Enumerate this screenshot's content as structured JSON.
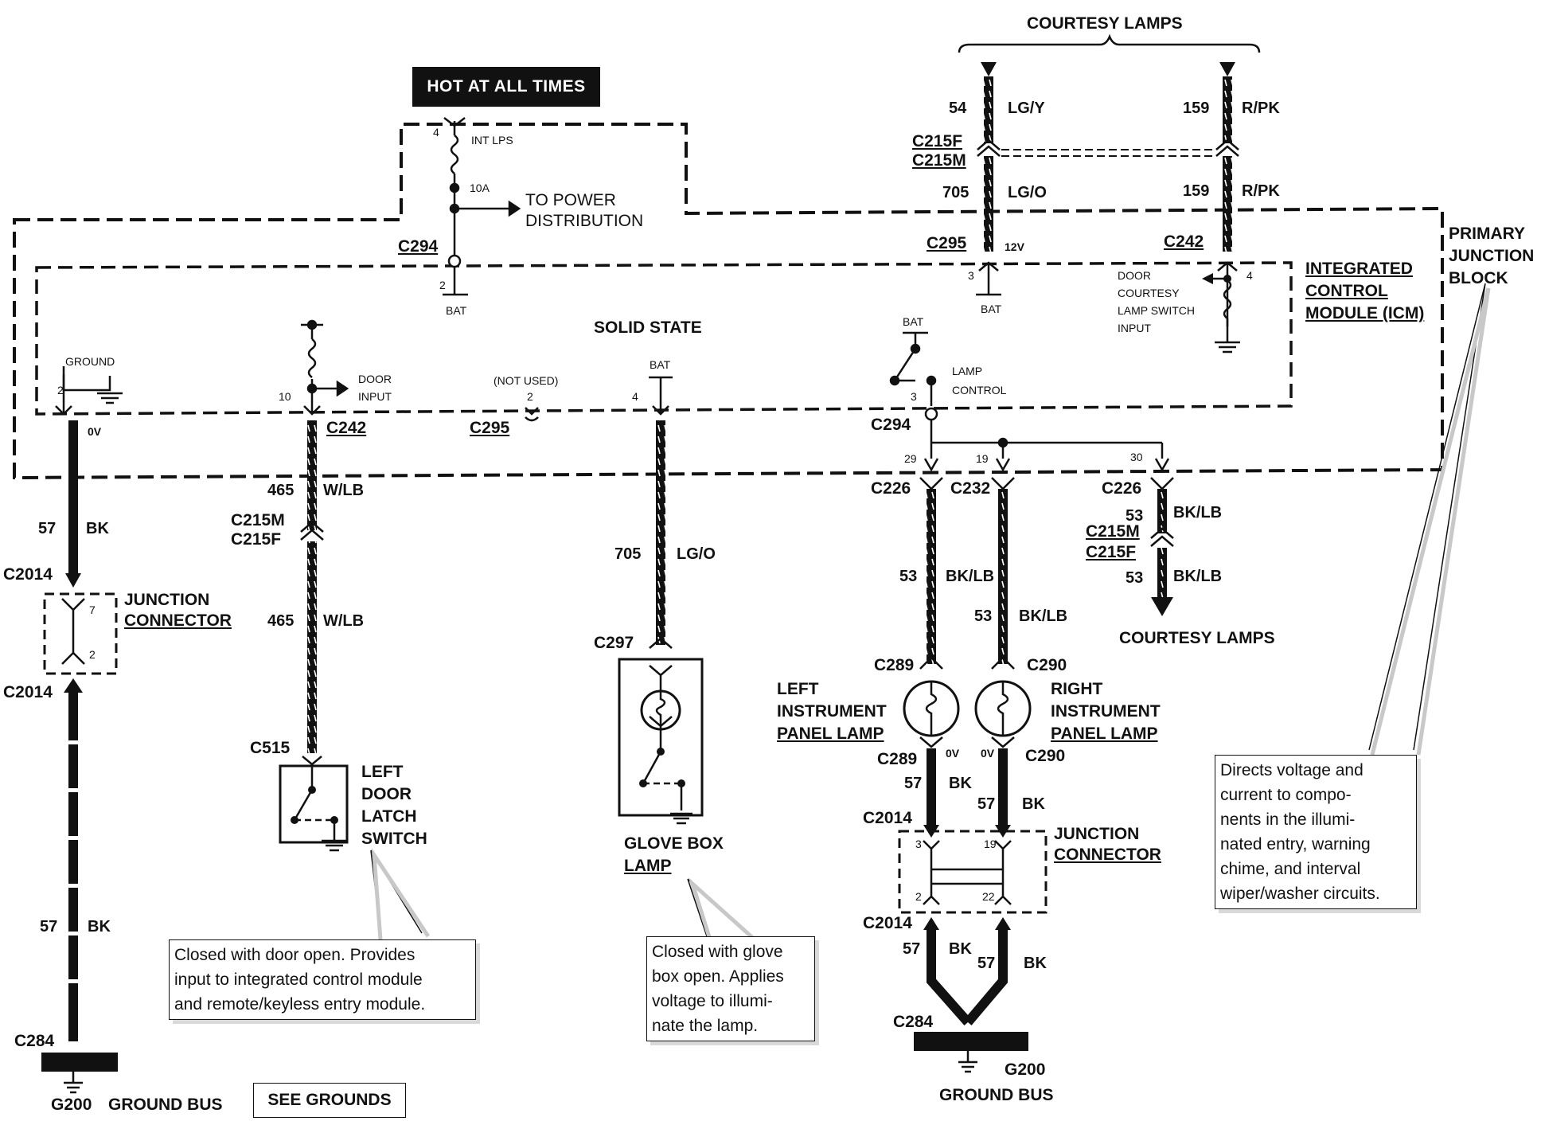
{
  "title_courtesy_top": "COURTESY LAMPS",
  "hot_at_all_times": "HOT AT ALL TIMES",
  "fuse": {
    "name": "INT LPS",
    "amps": "10A",
    "pin_top": "4",
    "to_power": [
      "TO POWER",
      "DISTRIBUTION"
    ],
    "connector": "C294",
    "pin_bottom": "2",
    "bat": "BAT"
  },
  "pjb_label": [
    "PRIMARY",
    "JUNCTION",
    "BLOCK"
  ],
  "icm_label": [
    "INTEGRATED",
    "CONTROL",
    "MODULE (ICM)"
  ],
  "solid_state": "SOLID STATE",
  "courtesy_top": {
    "left": {
      "circuit_top": "54",
      "color_top": "LG/Y",
      "circuit_mid": "705",
      "color_mid": "LG/O",
      "volt": "12V",
      "connector": "C295",
      "pin": "3",
      "bat": "BAT"
    },
    "right": {
      "circuit_top": "159",
      "color_top": "R/PK",
      "circuit_mid": "159",
      "color_mid": "R/PK",
      "connector": "C242",
      "pin": "4",
      "input": [
        "DOOR",
        "COURTESY",
        "LAMP SWITCH",
        "INPUT"
      ]
    },
    "c215f": "C215F",
    "c215m": "C215M"
  },
  "ground_pin": {
    "label": "GROUND",
    "pin": "2",
    "volt": "0V"
  },
  "door_input": {
    "label": [
      "DOOR",
      "INPUT"
    ],
    "pin": "10",
    "connector": "C242"
  },
  "not_used": {
    "label": "(NOT USED)",
    "pin": "2",
    "connector": "C295"
  },
  "glove_bat": {
    "label": "BAT",
    "pin": "4"
  },
  "lamp_control": {
    "bat": "BAT",
    "label": [
      "LAMP",
      "CONTROL"
    ],
    "pin": "3",
    "connector": "C294",
    "pins": [
      "29",
      "19",
      "30"
    ]
  },
  "col_ground": {
    "circuit": "57",
    "color": "BK",
    "c2014_top": "C2014",
    "jc_label": [
      "JUNCTION",
      "CONNECTOR"
    ],
    "pin_a": "7",
    "pin_b": "2",
    "c2014_bot": "C2014",
    "circuit2": "57",
    "color2": "BK",
    "c284": "C284",
    "g200": "G200",
    "ground_bus": "GROUND BUS"
  },
  "see_grounds": "SEE GROUNDS",
  "col_door": {
    "circuit": "465",
    "color": "W/LB",
    "c215m": "C215M",
    "c215f": "C215F",
    "circuit2": "465",
    "color2": "W/LB",
    "c515": "C515",
    "switch_label": [
      "LEFT",
      "DOOR",
      "LATCH",
      "SWITCH"
    ]
  },
  "col_glove": {
    "circuit": "705",
    "color": "LG/O",
    "c297": "C297",
    "lamp_label": [
      "GLOVE BOX",
      "LAMP"
    ]
  },
  "col_ip": {
    "c226": "C226",
    "c232": "C232",
    "c226b": "C226",
    "left": {
      "circuit": "53",
      "color": "BK/LB",
      "c289": "C289",
      "c289b": "C289",
      "volt": "0V",
      "circuit2": "57",
      "color2": "BK",
      "lamp_label": [
        "LEFT",
        "INSTRUMENT",
        "PANEL LAMP"
      ]
    },
    "right": {
      "circuit": "53",
      "color": "BK/LB",
      "c290": "C290",
      "c290b": "C290",
      "volt": "0V",
      "circuit2": "57",
      "color2": "BK",
      "lamp_label": [
        "RIGHT",
        "INSTRUMENT",
        "PANEL LAMP"
      ]
    },
    "courtesy": {
      "circuit": "53",
      "color": "BK/LB",
      "c215m": "C215M",
      "c215f": "C215F",
      "circuit2": "53",
      "color2": "BK/LB",
      "label": "COURTESY LAMPS"
    },
    "c2014_top": "C2014",
    "jc_label": [
      "JUNCTION",
      "CONNECTOR"
    ],
    "pins": [
      "3",
      "19",
      "2",
      "22"
    ],
    "c2014_bot": "C2014",
    "gnd_left": {
      "circuit": "57",
      "color": "BK"
    },
    "gnd_right": {
      "circuit": "57",
      "color": "BK"
    },
    "c284": "C284",
    "g200": "G200",
    "ground_bus": "GROUND BUS"
  },
  "notes": {
    "door": [
      "Closed with door open. Provides",
      "input to integrated control module",
      "and remote/keyless entry module."
    ],
    "glove": [
      "Closed with glove",
      "box open. Applies",
      "voltage to illumi-",
      "nate the lamp."
    ],
    "pjb": [
      "Directs voltage and",
      "current to compo-",
      "nents in the illumi-",
      "nated entry, warning",
      "chime, and interval",
      "wiper/washer circuits."
    ]
  }
}
